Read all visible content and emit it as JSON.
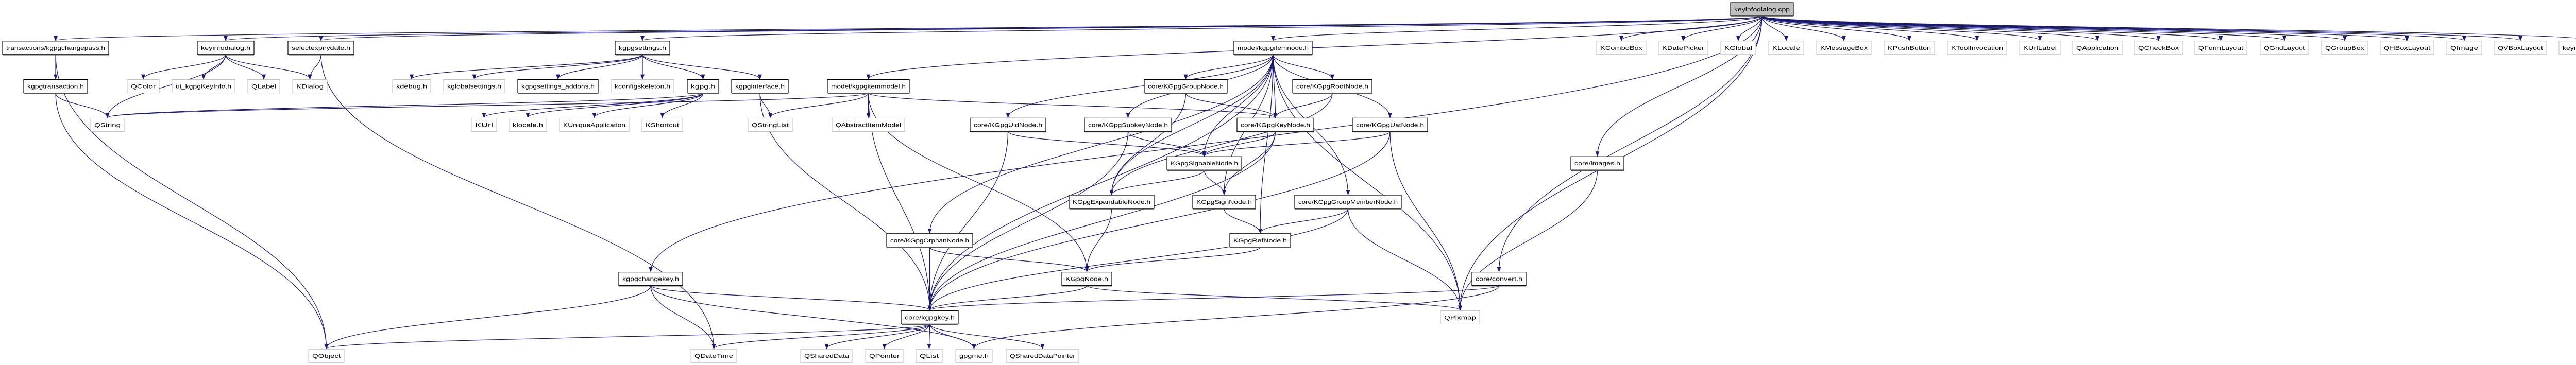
{
  "graph": {
    "colors": {
      "edge": "#191970",
      "root_fill": "#bfbfbf",
      "documented_border": "#000000",
      "external_border": "#bfbfbf"
    },
    "nodes": [
      {
        "id": "root",
        "label": "keyinfodialog.cpp",
        "kind": "root"
      },
      {
        "id": "changepass",
        "label": "transactions/kgpgchangepass.h",
        "kind": "file"
      },
      {
        "id": "keyinfodialog_h",
        "label": "keyinfodialog.h",
        "kind": "file"
      },
      {
        "id": "selectexpirydate",
        "label": "selectexpirydate.h",
        "kind": "file"
      },
      {
        "id": "kgpgsettings",
        "label": "kgpgsettings.h",
        "kind": "file"
      },
      {
        "id": "itemnode",
        "label": "model/kgpgitemnode.h",
        "kind": "file"
      },
      {
        "id": "KComboBox",
        "label": "KComboBox",
        "kind": "external"
      },
      {
        "id": "KDatePicker",
        "label": "KDatePicker",
        "kind": "external"
      },
      {
        "id": "KGlobal",
        "label": "KGlobal",
        "kind": "external"
      },
      {
        "id": "KLocale",
        "label": "KLocale",
        "kind": "external"
      },
      {
        "id": "KMessageBox",
        "label": "KMessageBox",
        "kind": "external"
      },
      {
        "id": "KPushButton",
        "label": "KPushButton",
        "kind": "external"
      },
      {
        "id": "KToolInvocation",
        "label": "KToolInvocation",
        "kind": "external"
      },
      {
        "id": "KUrlLabel",
        "label": "KUrlLabel",
        "kind": "external"
      },
      {
        "id": "QApplication",
        "label": "QApplication",
        "kind": "external"
      },
      {
        "id": "QCheckBox",
        "label": "QCheckBox",
        "kind": "external"
      },
      {
        "id": "QFormLayout",
        "label": "QFormLayout",
        "kind": "external"
      },
      {
        "id": "QGridLayout",
        "label": "QGridLayout",
        "kind": "external"
      },
      {
        "id": "QGroupBox",
        "label": "QGroupBox",
        "kind": "external"
      },
      {
        "id": "QHBoxLayout",
        "label": "QHBoxLayout",
        "kind": "external"
      },
      {
        "id": "QImage",
        "label": "QImage",
        "kind": "external"
      },
      {
        "id": "QVBoxLayout",
        "label": "QVBoxLayout",
        "kind": "external"
      },
      {
        "id": "moc",
        "label": "keyinfodialog.moc",
        "kind": "external"
      },
      {
        "id": "transaction",
        "label": "kgpgtransaction.h",
        "kind": "file"
      },
      {
        "id": "QColor",
        "label": "QColor",
        "kind": "external"
      },
      {
        "id": "ui_keyinfo",
        "label": "ui_kgpgKeyInfo.h",
        "kind": "external"
      },
      {
        "id": "QLabel",
        "label": "QLabel",
        "kind": "external"
      },
      {
        "id": "KDialog",
        "label": "KDialog",
        "kind": "external"
      },
      {
        "id": "kdebug",
        "label": "kdebug.h",
        "kind": "external"
      },
      {
        "id": "kglobalsettings",
        "label": "kglobalsettings.h",
        "kind": "external"
      },
      {
        "id": "settings_addons",
        "label": "kgpgsettings_addons.h",
        "kind": "file"
      },
      {
        "id": "kconfigskeleton",
        "label": "kconfigskeleton.h",
        "kind": "external"
      },
      {
        "id": "kgpg_h",
        "label": "kgpg.h",
        "kind": "file"
      },
      {
        "id": "kgpginterface",
        "label": "kgpginterface.h",
        "kind": "file"
      },
      {
        "id": "itemmodel",
        "label": "model/kgpgitemmodel.h",
        "kind": "file"
      },
      {
        "id": "GroupNode",
        "label": "core/KGpgGroupNode.h",
        "kind": "file"
      },
      {
        "id": "RootNode",
        "label": "core/KGpgRootNode.h",
        "kind": "file"
      },
      {
        "id": "QString",
        "label": "QString",
        "kind": "external"
      },
      {
        "id": "KUrl",
        "label": "KUrl",
        "kind": "external"
      },
      {
        "id": "klocale",
        "label": "klocale.h",
        "kind": "external"
      },
      {
        "id": "KUniqueApplication",
        "label": "KUniqueApplication",
        "kind": "external"
      },
      {
        "id": "KShortcut",
        "label": "KShortcut",
        "kind": "external"
      },
      {
        "id": "QStringList",
        "label": "QStringList",
        "kind": "external"
      },
      {
        "id": "QAbstractItemModel",
        "label": "QAbstractItemModel",
        "kind": "external"
      },
      {
        "id": "UidNode",
        "label": "core/KGpgUidNode.h",
        "kind": "file"
      },
      {
        "id": "SubkeyNode",
        "label": "core/KGpgSubkeyNode.h",
        "kind": "file"
      },
      {
        "id": "KeyNode",
        "label": "core/KGpgKeyNode.h",
        "kind": "file"
      },
      {
        "id": "UatNode",
        "label": "core/KGpgUatNode.h",
        "kind": "file"
      },
      {
        "id": "SignableNode",
        "label": "KGpgSignableNode.h",
        "kind": "file"
      },
      {
        "id": "images",
        "label": "core/images.h",
        "kind": "file"
      },
      {
        "id": "ExpandableNode",
        "label": "KGpgExpandableNode.h",
        "kind": "file"
      },
      {
        "id": "SignNode",
        "label": "KGpgSignNode.h",
        "kind": "file"
      },
      {
        "id": "GroupMemberNode",
        "label": "core/KGpgGroupMemberNode.h",
        "kind": "file"
      },
      {
        "id": "OrphanNode",
        "label": "core/KGpgOrphanNode.h",
        "kind": "file"
      },
      {
        "id": "RefNode",
        "label": "KGpgRefNode.h",
        "kind": "file"
      },
      {
        "id": "changekey",
        "label": "kgpgchangekey.h",
        "kind": "file"
      },
      {
        "id": "KGpgNode",
        "label": "KGpgNode.h",
        "kind": "file"
      },
      {
        "id": "convert",
        "label": "core/convert.h",
        "kind": "file"
      },
      {
        "id": "kgpgkey",
        "label": "core/kgpgkey.h",
        "kind": "file"
      },
      {
        "id": "QPixmap",
        "label": "QPixmap",
        "kind": "external"
      },
      {
        "id": "QObject",
        "label": "QObject",
        "kind": "external"
      },
      {
        "id": "QDateTime",
        "label": "QDateTime",
        "kind": "external"
      },
      {
        "id": "QSharedData",
        "label": "QSharedData",
        "kind": "external"
      },
      {
        "id": "QPointer",
        "label": "QPointer",
        "kind": "external"
      },
      {
        "id": "QList",
        "label": "QList",
        "kind": "external"
      },
      {
        "id": "gpgme",
        "label": "gpgme.h",
        "kind": "external"
      },
      {
        "id": "QSharedDataPointer",
        "label": "QSharedDataPointer",
        "kind": "external"
      }
    ],
    "edges": [
      [
        "root",
        "changepass"
      ],
      [
        "root",
        "keyinfodialog_h"
      ],
      [
        "root",
        "selectexpirydate"
      ],
      [
        "root",
        "kgpgsettings"
      ],
      [
        "root",
        "itemnode"
      ],
      [
        "root",
        "KComboBox"
      ],
      [
        "root",
        "KDatePicker"
      ],
      [
        "root",
        "KGlobal"
      ],
      [
        "root",
        "KLocale"
      ],
      [
        "root",
        "KMessageBox"
      ],
      [
        "root",
        "KPushButton"
      ],
      [
        "root",
        "KToolInvocation"
      ],
      [
        "root",
        "KUrlLabel"
      ],
      [
        "root",
        "QApplication"
      ],
      [
        "root",
        "QCheckBox"
      ],
      [
        "root",
        "QFormLayout"
      ],
      [
        "root",
        "QGridLayout"
      ],
      [
        "root",
        "QGroupBox"
      ],
      [
        "root",
        "QHBoxLayout"
      ],
      [
        "root",
        "QImage"
      ],
      [
        "root",
        "QVBoxLayout"
      ],
      [
        "root",
        "moc"
      ],
      [
        "root",
        "itemmodel"
      ],
      [
        "root",
        "changekey"
      ],
      [
        "root",
        "images"
      ],
      [
        "root",
        "convert"
      ],
      [
        "root",
        "QPixmap"
      ],
      [
        "changepass",
        "transaction"
      ],
      [
        "changepass",
        "QObject"
      ],
      [
        "transaction",
        "QString"
      ],
      [
        "transaction",
        "QObject"
      ],
      [
        "keyinfodialog_h",
        "QString"
      ],
      [
        "keyinfodialog_h",
        "QColor"
      ],
      [
        "keyinfodialog_h",
        "ui_keyinfo"
      ],
      [
        "keyinfodialog_h",
        "QLabel"
      ],
      [
        "keyinfodialog_h",
        "KDialog"
      ],
      [
        "selectexpirydate",
        "KDialog"
      ],
      [
        "selectexpirydate",
        "QDateTime"
      ],
      [
        "kgpgsettings",
        "kdebug"
      ],
      [
        "kgpgsettings",
        "kglobalsettings"
      ],
      [
        "kgpgsettings",
        "settings_addons"
      ],
      [
        "kgpgsettings",
        "kconfigskeleton"
      ],
      [
        "kgpgsettings",
        "kgpg_h"
      ],
      [
        "kgpgsettings",
        "kgpginterface"
      ],
      [
        "kgpg_h",
        "KUrl"
      ],
      [
        "kgpg_h",
        "klocale"
      ],
      [
        "kgpg_h",
        "KUniqueApplication"
      ],
      [
        "kgpg_h",
        "KShortcut"
      ],
      [
        "kgpg_h",
        "QString"
      ],
      [
        "kgpginterface",
        "QStringList"
      ],
      [
        "kgpginterface",
        "kgpgkey"
      ],
      [
        "itemmodel",
        "QString"
      ],
      [
        "itemmodel",
        "QStringList"
      ],
      [
        "itemmodel",
        "QAbstractItemModel"
      ],
      [
        "itemmodel",
        "kgpgkey"
      ],
      [
        "itemmodel",
        "KGpgNode"
      ],
      [
        "itemmodel",
        "KeyNode"
      ],
      [
        "itemnode",
        "GroupNode"
      ],
      [
        "itemnode",
        "RootNode"
      ],
      [
        "itemnode",
        "KeyNode"
      ],
      [
        "itemnode",
        "SignableNode"
      ],
      [
        "itemnode",
        "UidNode"
      ],
      [
        "itemnode",
        "SubkeyNode"
      ],
      [
        "itemnode",
        "UatNode"
      ],
      [
        "itemnode",
        "ExpandableNode"
      ],
      [
        "itemnode",
        "SignNode"
      ],
      [
        "itemnode",
        "GroupMemberNode"
      ],
      [
        "itemnode",
        "OrphanNode"
      ],
      [
        "itemnode",
        "kgpgkey"
      ],
      [
        "itemnode",
        "QPixmap"
      ],
      [
        "itemnode",
        "RefNode"
      ],
      [
        "GroupNode",
        "KeyNode"
      ],
      [
        "GroupNode",
        "ExpandableNode"
      ],
      [
        "RootNode",
        "KeyNode"
      ],
      [
        "RootNode",
        "ExpandableNode"
      ],
      [
        "UidNode",
        "SignableNode"
      ],
      [
        "UidNode",
        "kgpgkey"
      ],
      [
        "SubkeyNode",
        "SignableNode"
      ],
      [
        "SubkeyNode",
        "kgpgkey"
      ],
      [
        "KeyNode",
        "SignableNode"
      ],
      [
        "KeyNode",
        "SignNode"
      ],
      [
        "KeyNode",
        "kgpgkey"
      ],
      [
        "UatNode",
        "SignableNode"
      ],
      [
        "UatNode",
        "QPixmap"
      ],
      [
        "UatNode",
        "kgpgkey"
      ],
      [
        "SignableNode",
        "ExpandableNode"
      ],
      [
        "SignableNode",
        "SignNode"
      ],
      [
        "ExpandableNode",
        "KGpgNode"
      ],
      [
        "SignNode",
        "RefNode"
      ],
      [
        "GroupMemberNode",
        "RefNode"
      ],
      [
        "GroupMemberNode",
        "kgpgkey"
      ],
      [
        "GroupMemberNode",
        "QPixmap"
      ],
      [
        "OrphanNode",
        "kgpgkey"
      ],
      [
        "OrphanNode",
        "KGpgNode"
      ],
      [
        "RefNode",
        "KGpgNode"
      ],
      [
        "KGpgNode",
        "kgpgkey"
      ],
      [
        "KGpgNode",
        "QPixmap"
      ],
      [
        "changekey",
        "QObject"
      ],
      [
        "changekey",
        "kgpgkey"
      ],
      [
        "changekey",
        "QDateTime"
      ],
      [
        "changekey",
        "gpgme"
      ],
      [
        "convert",
        "kgpgkey"
      ],
      [
        "convert",
        "gpgme"
      ],
      [
        "images",
        "QPixmap"
      ],
      [
        "kgpgkey",
        "QObject"
      ],
      [
        "kgpgkey",
        "QDateTime"
      ],
      [
        "kgpgkey",
        "QSharedData"
      ],
      [
        "kgpgkey",
        "QPointer"
      ],
      [
        "kgpgkey",
        "QList"
      ],
      [
        "kgpgkey",
        "gpgme"
      ],
      [
        "kgpgkey",
        "QSharedDataPointer"
      ]
    ]
  }
}
